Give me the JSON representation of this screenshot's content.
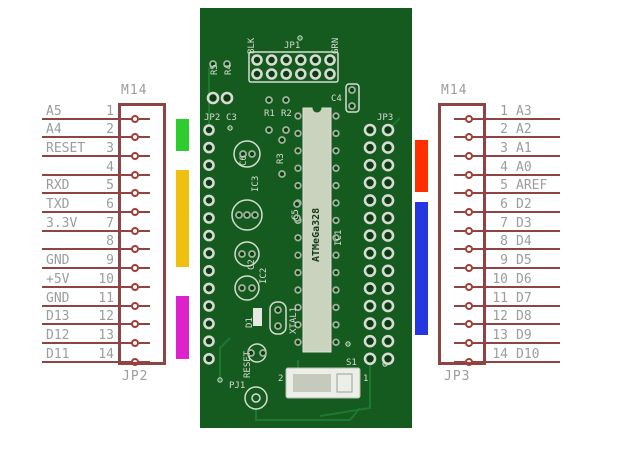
{
  "colors": {
    "connector_outline": "#8f4343",
    "wire": "#8f4343",
    "pin_pad": "#a33c36",
    "label_text": "#9c9c9c",
    "board_green": "#155a1f",
    "silkscreen": "#d6dcd0",
    "ic_body": "#c9d3bd",
    "bar_green": "#2ecc2e",
    "bar_yellow": "#f0c010",
    "bar_magenta": "#dd22cc",
    "bar_red": "#ff2f00",
    "bar_blue": "#2437e0"
  },
  "left_connector": {
    "header": "M14",
    "footer": "JP2",
    "pins": [
      {
        "num": "1",
        "label": "A5"
      },
      {
        "num": "2",
        "label": "A4"
      },
      {
        "num": "3",
        "label": "RESET"
      },
      {
        "num": "4",
        "label": ""
      },
      {
        "num": "5",
        "label": "RXD"
      },
      {
        "num": "6",
        "label": "TXD"
      },
      {
        "num": "7",
        "label": "3.3V"
      },
      {
        "num": "8",
        "label": ""
      },
      {
        "num": "9",
        "label": "GND"
      },
      {
        "num": "10",
        "label": "+5V"
      },
      {
        "num": "11",
        "label": "GND"
      },
      {
        "num": "12",
        "label": "D13"
      },
      {
        "num": "13",
        "label": "D12"
      },
      {
        "num": "14",
        "label": "D11"
      }
    ]
  },
  "right_connector": {
    "header": "M14",
    "footer": "JP3",
    "pins": [
      {
        "num": "1",
        "label": "A3"
      },
      {
        "num": "2",
        "label": "A2"
      },
      {
        "num": "3",
        "label": "A1"
      },
      {
        "num": "4",
        "label": "A0"
      },
      {
        "num": "5",
        "label": "AREF"
      },
      {
        "num": "6",
        "label": "D2"
      },
      {
        "num": "7",
        "label": "D3"
      },
      {
        "num": "8",
        "label": "D4"
      },
      {
        "num": "9",
        "label": "D5"
      },
      {
        "num": "10",
        "label": "D6"
      },
      {
        "num": "11",
        "label": "D7"
      },
      {
        "num": "12",
        "label": "D8"
      },
      {
        "num": "13",
        "label": "D9"
      },
      {
        "num": "14",
        "label": "D10"
      }
    ]
  },
  "pcb": {
    "silkscreen_labels": {
      "blk": "BLK",
      "jp1": "JP1",
      "grn": "GRN",
      "r5": "R5",
      "r4": "R4",
      "jp2": "JP2",
      "c3": "C3",
      "r1": "R1",
      "r2": "R2",
      "c4": "C4",
      "jp3": "JP3",
      "c6": "C6",
      "ic3": "IC3",
      "r3": "R3",
      "c5": "C5",
      "mcu": "ATMeGa328",
      "ic1": "IC1",
      "c2": "C2",
      "ic2": "IC2",
      "xtal1": "XTAL1",
      "d1": "D1",
      "reset": "RESET",
      "pj1": "PJ1",
      "s1": "S1",
      "s1_pin2": "2",
      "s1_pin1": "1"
    }
  }
}
